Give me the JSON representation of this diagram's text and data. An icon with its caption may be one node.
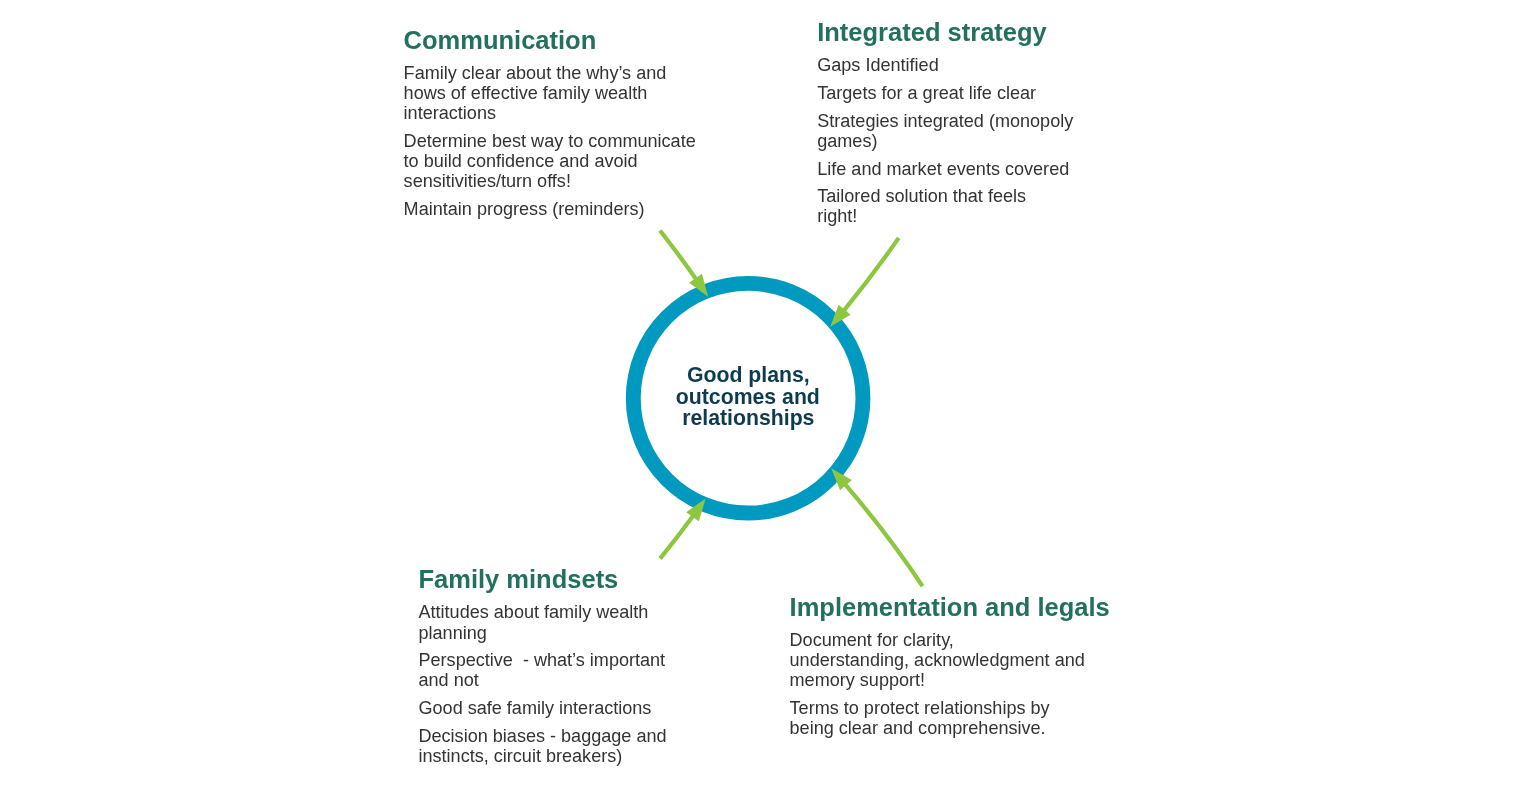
{
  "diagram": {
    "nodes": [
      {
        "text": [
          "Communication",
          "Family clear about the why’s and hows of effective family wealth interactions",
          "Determine best way to communicate to build confidence and avoid sensitivities/turn offs!",
          "Maintain progress (reminders)"
        ]
      },
      {
        "text": [
          "Integrated strategy",
          "Gaps Identified",
          "Targets for a great life clear",
          "Strategies integrated (monopoly games)",
          "Life and market events covered",
          "Tailored solution that feels right!"
        ]
      },
      {
        "text": [
          "Good plans, outcomes and relationships"
        ]
      },
      {
        "text": [
          "Family mindsets",
          "Attitudes about family wealth planning",
          "Perspective  - what’s important and not",
          "Good safe family interactions",
          "Decision biases - baggage and instincts, circuit breakers)"
        ]
      },
      {
        "text": [
          "Implementation and legals",
          "Document for clarity, understanding, acknowledgment and memory support!",
          "Terms to protect relationships by being clear and comprehensive."
        ]
      }
    ],
    "edges": [
      {
        "from": 0,
        "to": 2,
        "arrow": "to"
      },
      {
        "from": 1,
        "to": 2,
        "arrow": "to"
      },
      {
        "from": 3,
        "to": 2,
        "arrow": "to"
      },
      {
        "from": 4,
        "to": 2,
        "arrow": "to"
      }
    ]
  }
}
